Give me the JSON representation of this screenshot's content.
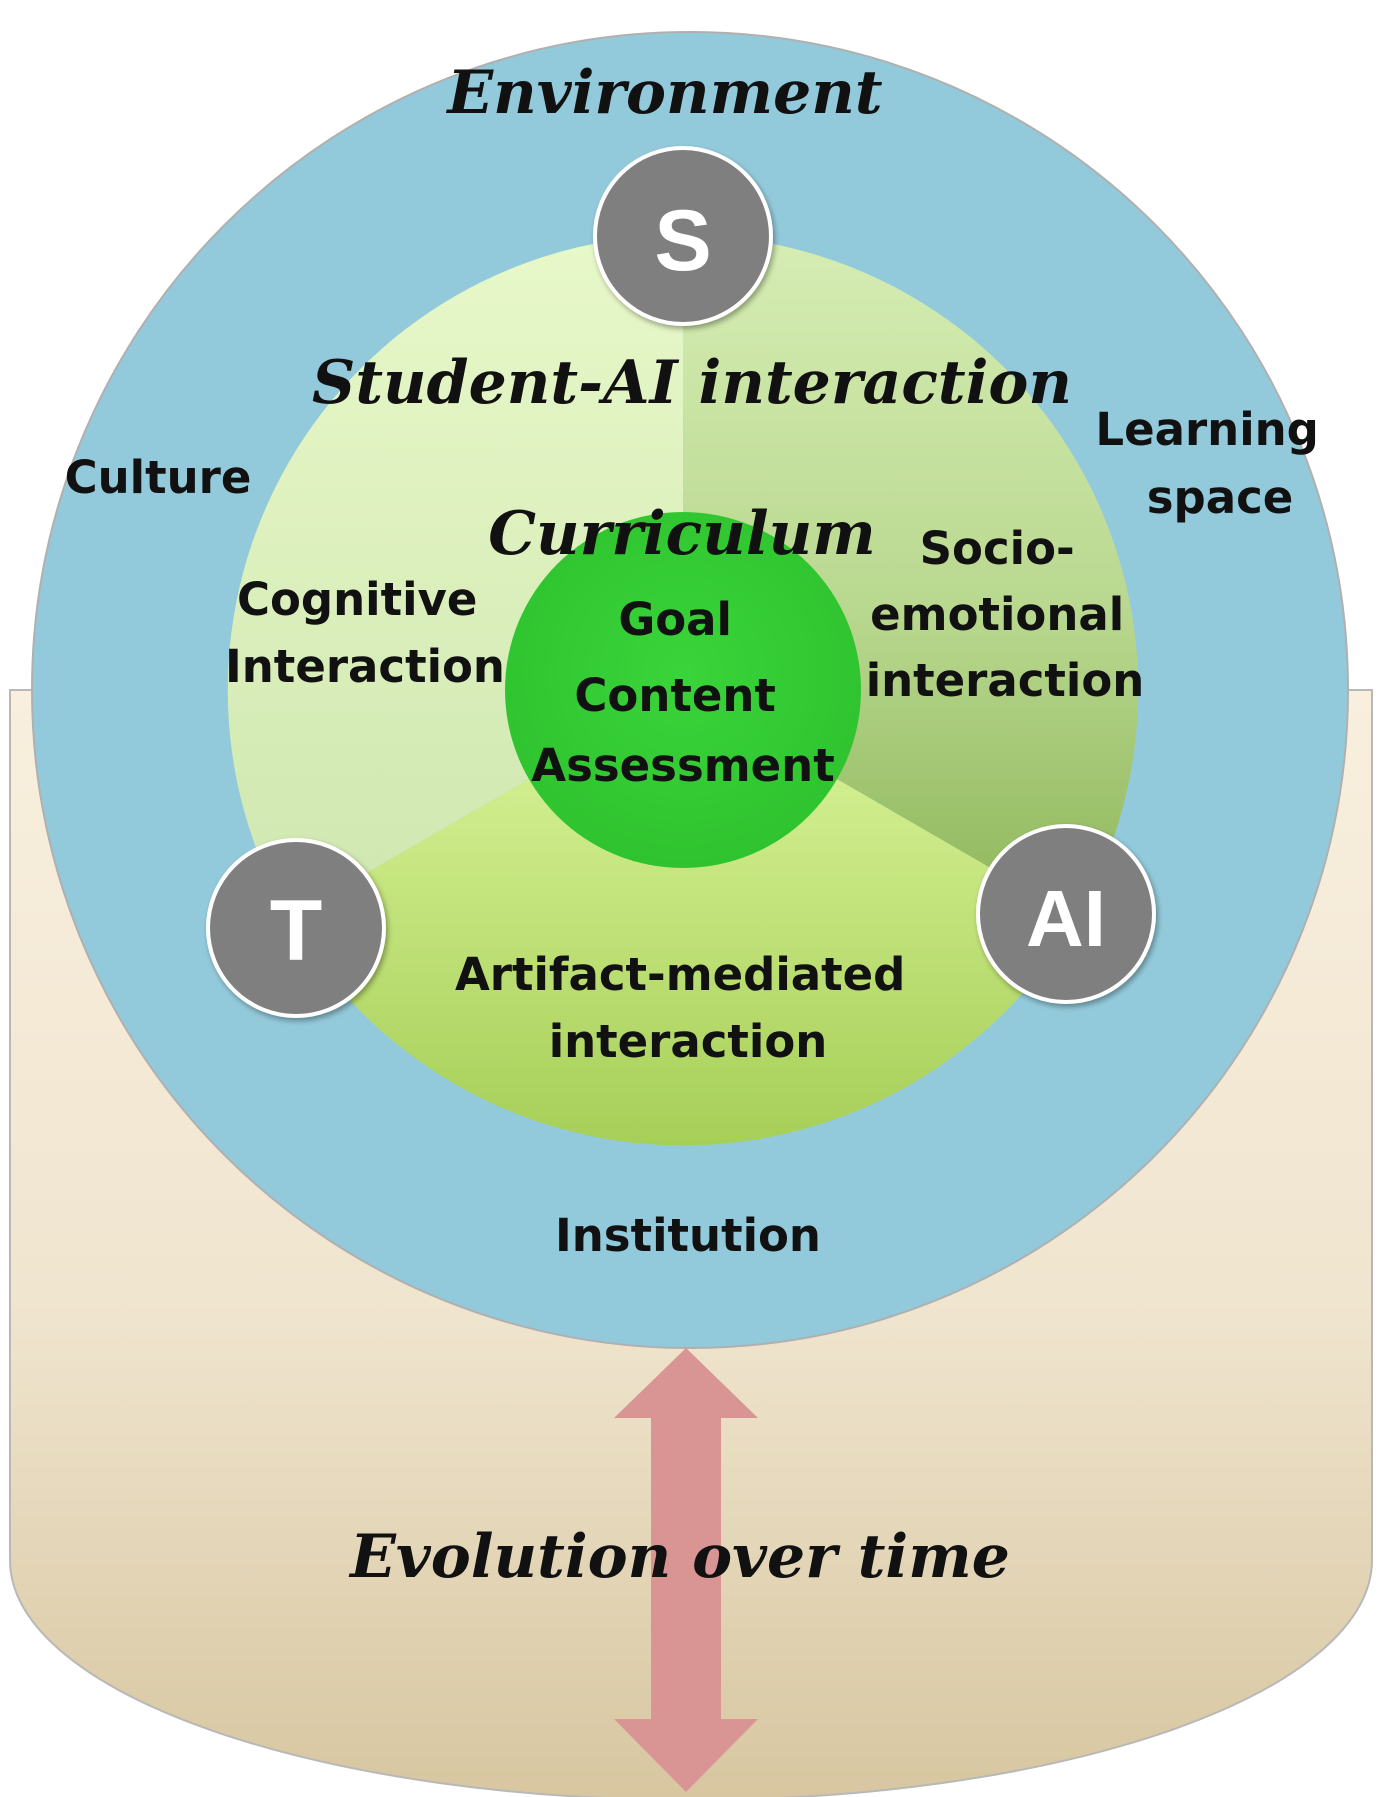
{
  "environment": {
    "title": "Environment",
    "culture": "Culture",
    "learning_space": [
      "Learning",
      "space"
    ],
    "institution": "Institution"
  },
  "interaction": {
    "title": "Student-AI interaction",
    "cognitive": [
      "Cognitive",
      "Interaction"
    ],
    "socio_emotional": [
      "Socio-",
      "emotional",
      "interaction"
    ],
    "artifact_mediated": [
      "Artifact-mediated",
      "interaction"
    ]
  },
  "curriculum": {
    "title": "Curriculum",
    "items": [
      "Goal",
      "Content",
      "Assessment"
    ]
  },
  "nodes": {
    "student": "S",
    "teacher": "T",
    "ai": "AI"
  },
  "time": {
    "label": "Evolution over time"
  },
  "colors": {
    "environment_ring": "#93cadb",
    "curriculum_core": "#33cc33",
    "node_fill": "#7f7f7f",
    "arrow": "#d99594",
    "cylinder_top": "#f6ecda",
    "cylinder_bottom": "#d7c6a0"
  }
}
